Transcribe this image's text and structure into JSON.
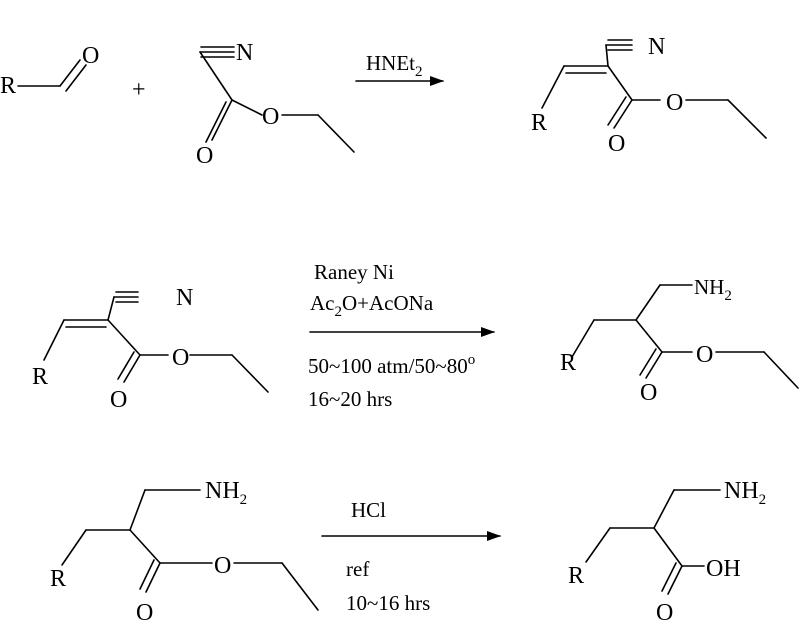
{
  "scheme": {
    "step1": {
      "aldehyde": {
        "r": "R",
        "o": "O"
      },
      "plus": "+",
      "cyanoacetate": {
        "n": "N",
        "o_carbonyl": "O",
        "o_ester": "O"
      },
      "reagent": {
        "main": "HNEt",
        "sub": "2"
      },
      "product": {
        "n": "N",
        "r": "R",
        "o_carbonyl": "O",
        "o_ester": "O"
      }
    },
    "step2": {
      "reactant": {
        "n": "N",
        "r": "R",
        "o_carbonyl": "O",
        "o_ester": "O"
      },
      "conditions": {
        "line1": "Raney Ni",
        "line2_a": "Ac",
        "line2_sub": "2",
        "line2_b": "O+AcONa",
        "line3": "50~100 atm/50~80",
        "line3_deg": "o",
        "line4": "16~20 hrs"
      },
      "product": {
        "amine": "NH",
        "amine_sub": "2",
        "r": "R",
        "o_carbonyl": "O",
        "o_ester": "O"
      }
    },
    "step3": {
      "reactant": {
        "amine": "NH",
        "amine_sub": "2",
        "r": "R",
        "o_carbonyl": "O",
        "o_ester": "O"
      },
      "conditions": {
        "reagent": "HCl",
        "line2": "ref",
        "line3": "10~16 hrs"
      },
      "product": {
        "amine": "NH",
        "amine_sub": "2",
        "r": "R",
        "o_carbonyl": "O",
        "oh": "OH"
      }
    }
  }
}
